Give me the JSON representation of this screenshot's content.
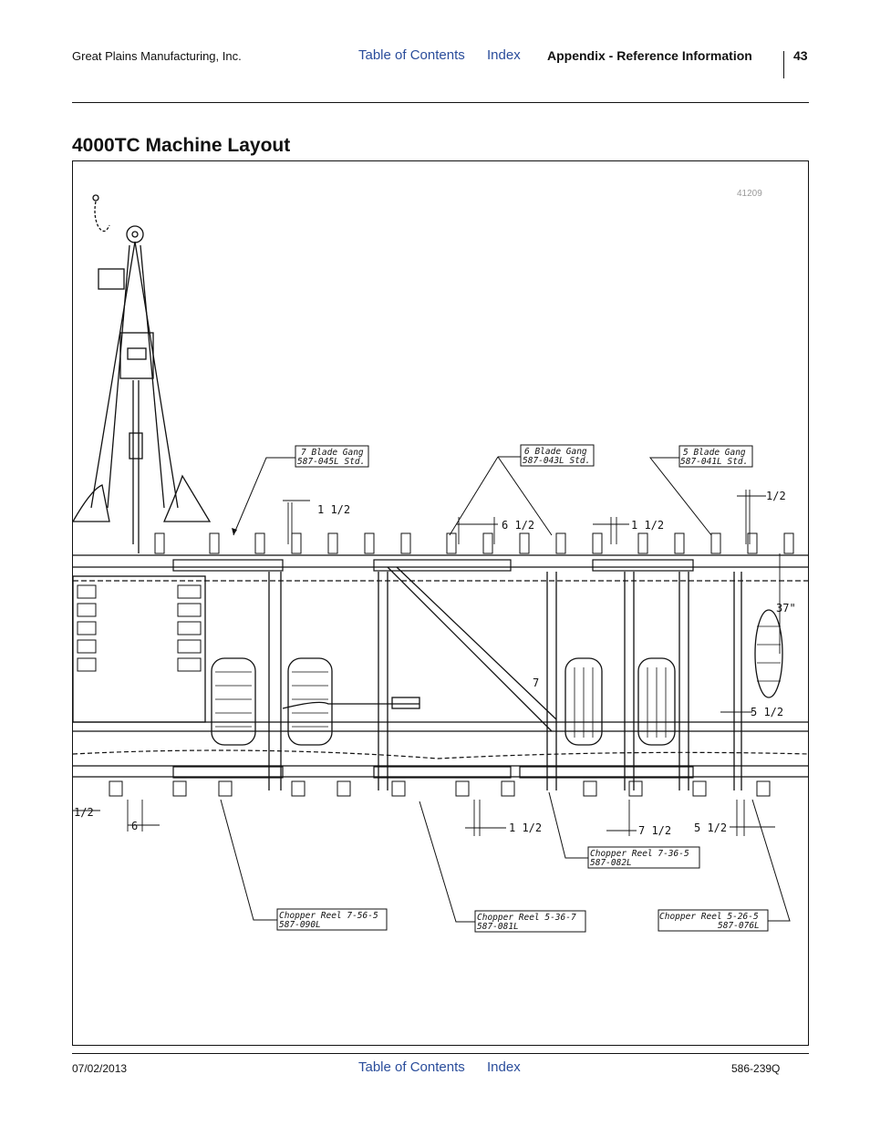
{
  "header": {
    "company": "Great Plains Manufacturing, Inc.",
    "toc_link": "Table of Contents",
    "index_link": "Index",
    "section": "Appendix - Reference Information",
    "page_number": "43"
  },
  "page_title": "4000TC Machine Layout",
  "figure": {
    "figure_number": "41209",
    "callouts": {
      "gang7_name": "7 Blade Gang",
      "gang7_part": "587-045L Std.",
      "gang6_name": "6 Blade Gang",
      "gang6_part": "587-043L Std.",
      "gang5_name": "5 Blade Gang",
      "gang5_part": "587-041L Std.",
      "reel_7365_name": "Chopper Reel 7-36-5",
      "reel_7365_part": "587-082L",
      "reel_7565_name": "Chopper Reel 7-56-5",
      "reel_7565_part": "587-090L",
      "reel_5367_name": "Chopper Reel 5-36-7",
      "reel_5367_part": "587-081L",
      "reel_5265_name": "Chopper Reel 5-26-5",
      "reel_5265_part": "587-076L"
    },
    "dimensions": {
      "d_1half_a": "1 1/2",
      "d_6half": "6 1/2",
      "d_1half_b": "1 1/2",
      "d_half_right": "1/2",
      "d_37in": "37\"",
      "d_7": "7",
      "d_5half_mid": "5 1/2",
      "d_half_left": "1/2",
      "d_6": "6",
      "d_1half_c": "1 1/2",
      "d_7half": "7 1/2",
      "d_5half_bottom": "5 1/2"
    }
  },
  "footer": {
    "date": "07/02/2013",
    "toc_link": "Table of Contents",
    "index_link": "Index",
    "doc_code": "586-239Q"
  }
}
